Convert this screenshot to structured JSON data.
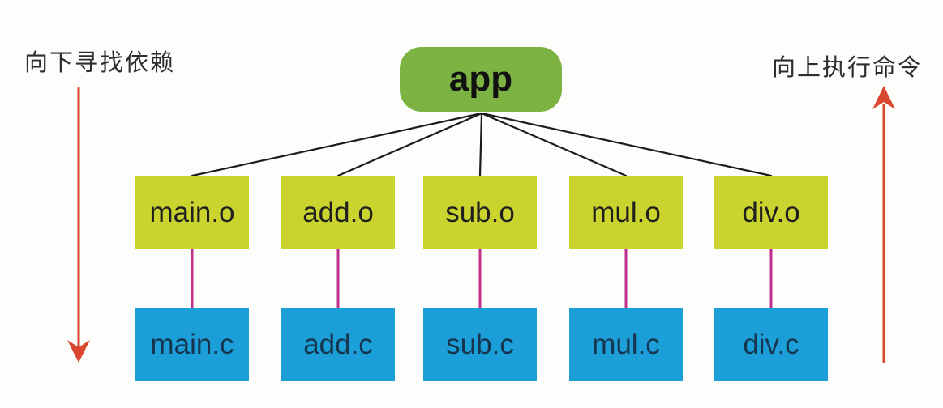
{
  "diagram": {
    "title_semantic": "makefile-dependency-tree",
    "root": {
      "label": "app"
    },
    "object_row": [
      {
        "label": "main.o"
      },
      {
        "label": "add.o"
      },
      {
        "label": "sub.o"
      },
      {
        "label": "mul.o"
      },
      {
        "label": "div.o"
      }
    ],
    "source_row": [
      {
        "label": "main.c"
      },
      {
        "label": "add.c"
      },
      {
        "label": "sub.c"
      },
      {
        "label": "mul.c"
      },
      {
        "label": "div.c"
      }
    ],
    "left_annotation": "向下寻找依赖",
    "right_annotation": "向上执行命令",
    "colors": {
      "root_fill": "#7cb342",
      "object_fill": "#cbd32f",
      "source_fill": "#1c9fd8",
      "connector": "#c02e8c",
      "tree_line": "#1c1c1c",
      "arrow": "#d9472e"
    }
  }
}
